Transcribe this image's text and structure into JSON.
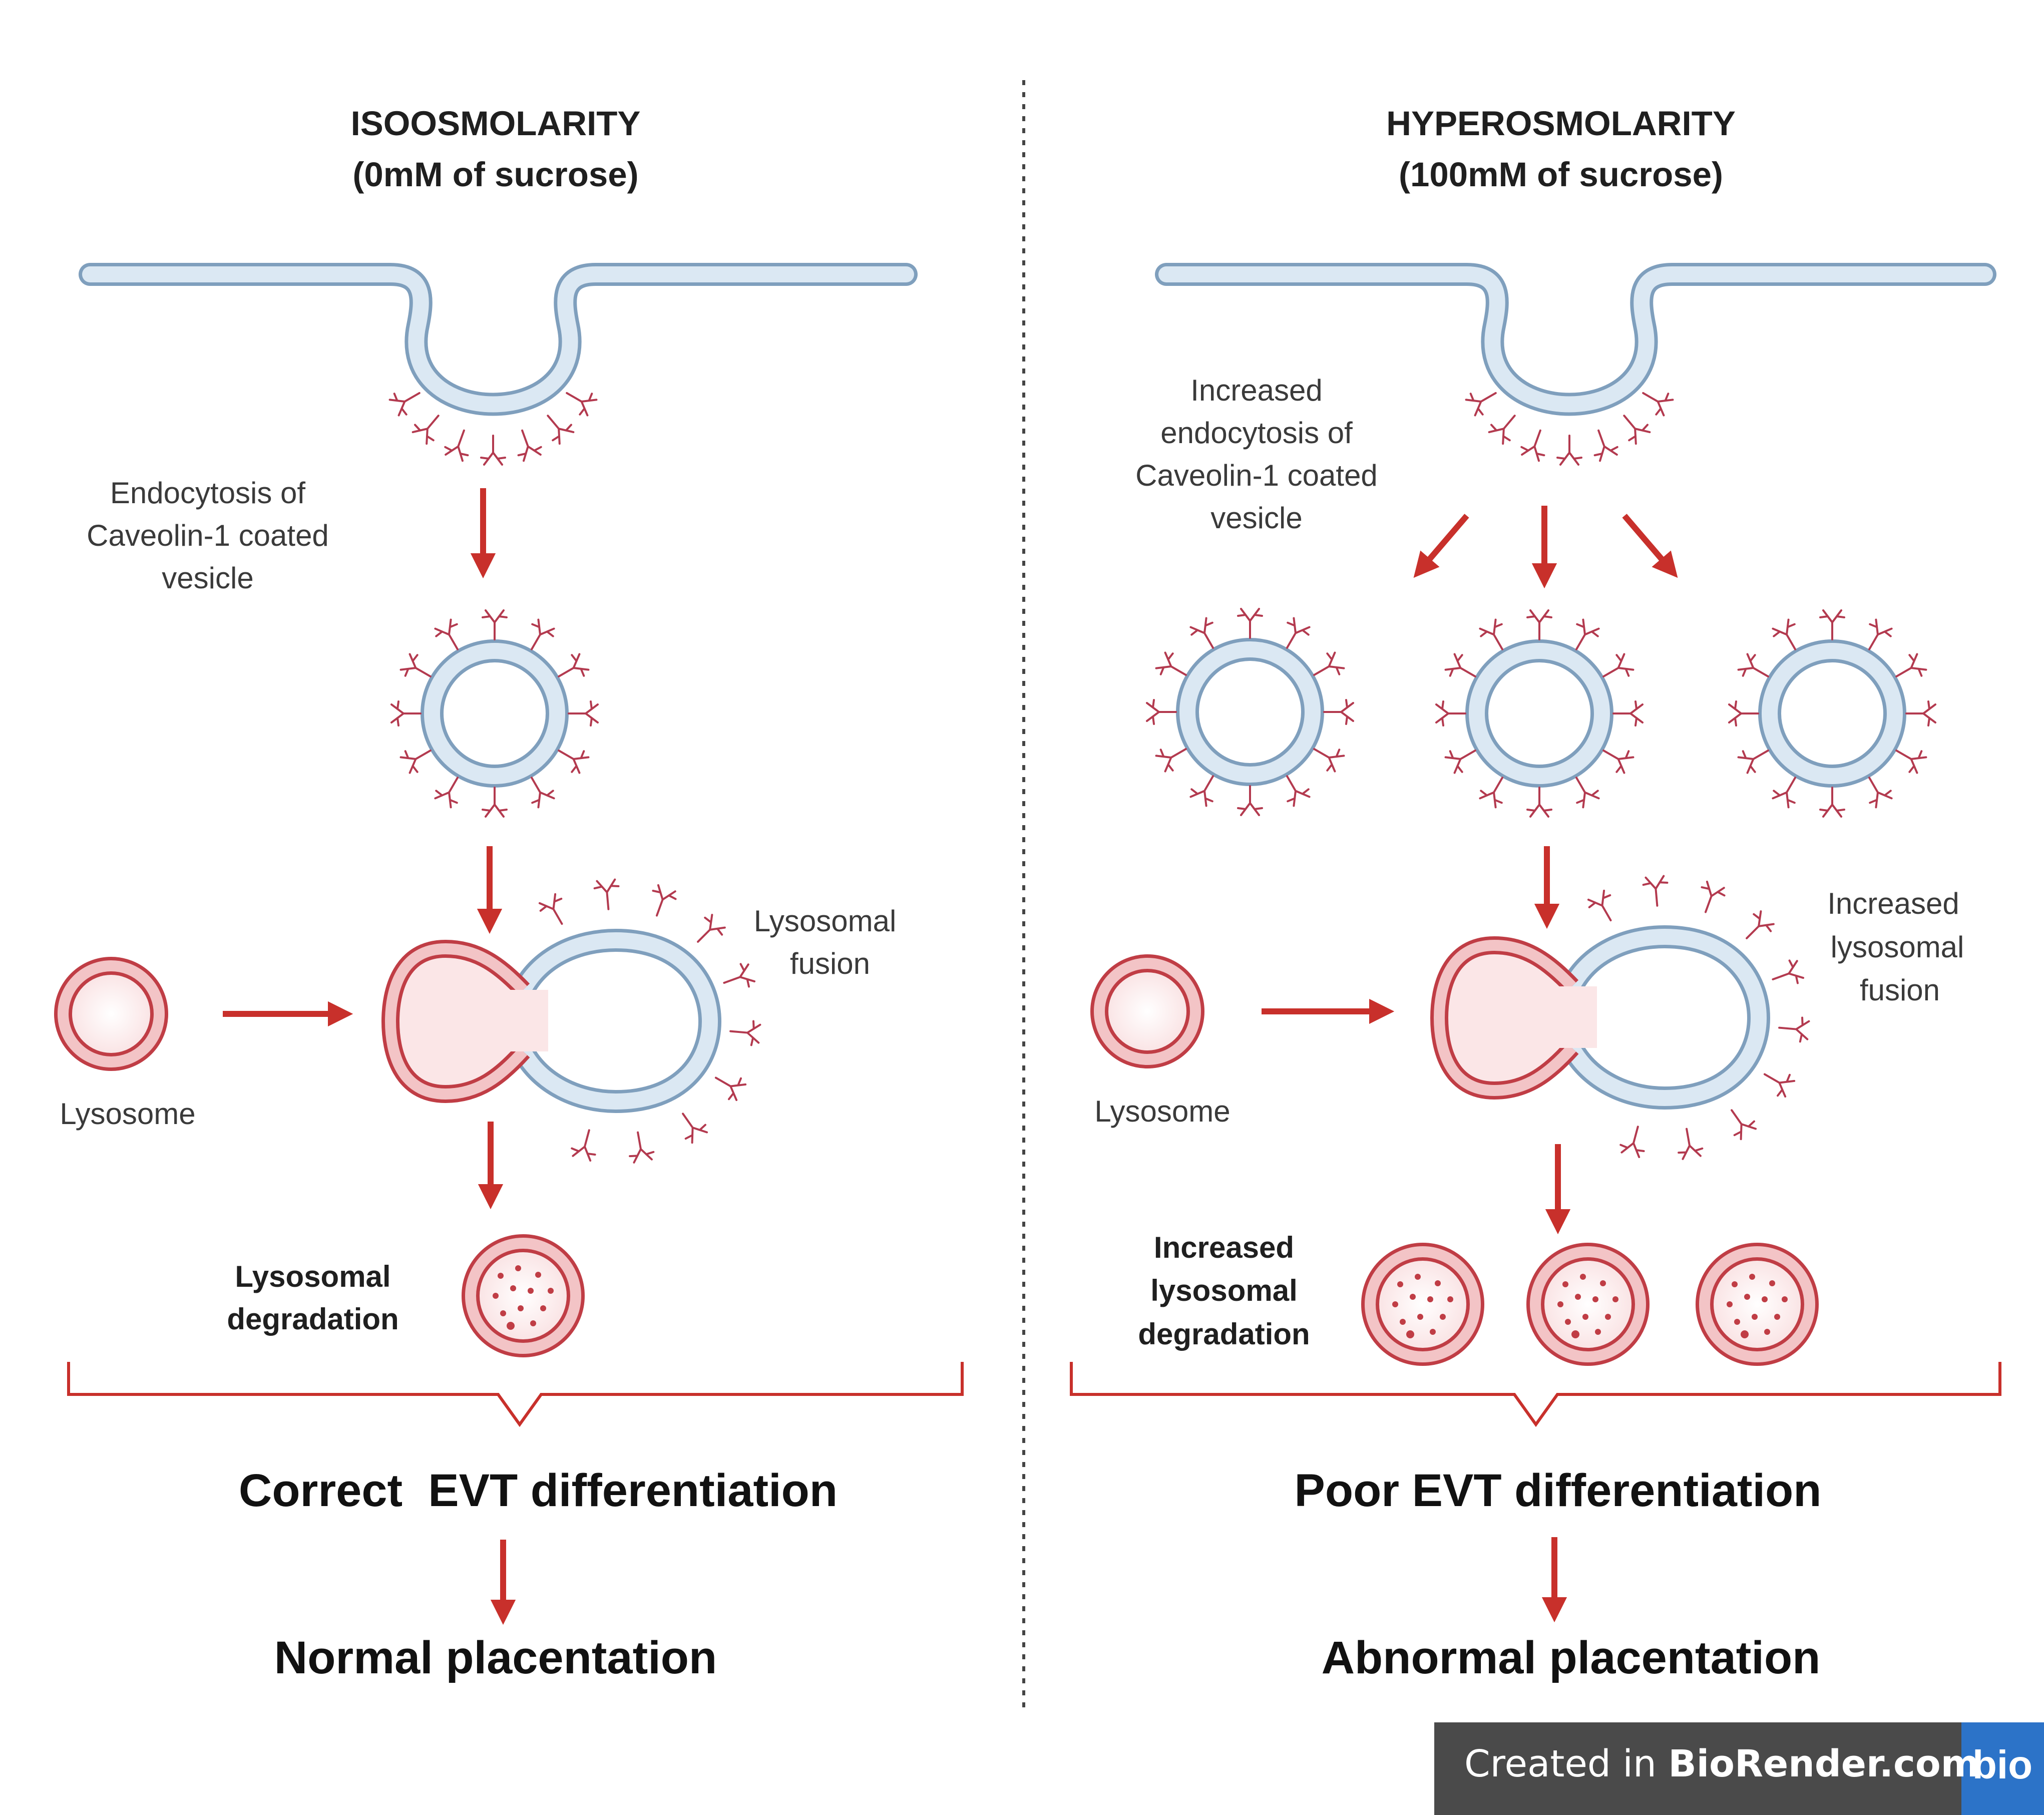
{
  "colors": {
    "membrane_fill": "#dbe8f3",
    "membrane_stroke": "#7f9fbd",
    "lysosome_fill": "#f3c4c6",
    "lysosome_stroke": "#c03d45",
    "lysosome_lumen": "#fbecec",
    "arrow": "#c8302b",
    "receptor": "#b33a4f",
    "bracket": "#c8302b",
    "divider": "#444444",
    "badge_bg": "#4a4a4a",
    "badge_accent": "#2c73c8"
  },
  "left": {
    "title_line1": "ISOOSMOLARITY",
    "title_line2": "(0mM of sucrose)",
    "endocytosis_label": [
      "Endocytosis of",
      "Caveolin-1 coated",
      "vesicle"
    ],
    "fusion_label": [
      "Lysosomal",
      "fusion"
    ],
    "lysosome_label": "Lysosome",
    "degradation_label": [
      "Lysosomal",
      "degradation"
    ],
    "outcome": "Correct  EVT differentiation",
    "result": "Normal placentation"
  },
  "right": {
    "title_line1": "HYPEROSMOLARITY",
    "title_line2": "(100mM of sucrose)",
    "endocytosis_label": [
      "Increased",
      "endocytosis of",
      "Caveolin-1 coated",
      "vesicle"
    ],
    "fusion_label": [
      "Increased",
      "lysosomal",
      "fusion"
    ],
    "lysosome_label": "Lysosome",
    "degradation_label": [
      "Increased",
      "lysosomal",
      "degradation"
    ],
    "outcome": "Poor EVT differentiation",
    "result": "Abnormal placentation"
  },
  "watermark": {
    "prefix": "Created in ",
    "brand": "BioRender.com",
    "logo": "bio"
  }
}
